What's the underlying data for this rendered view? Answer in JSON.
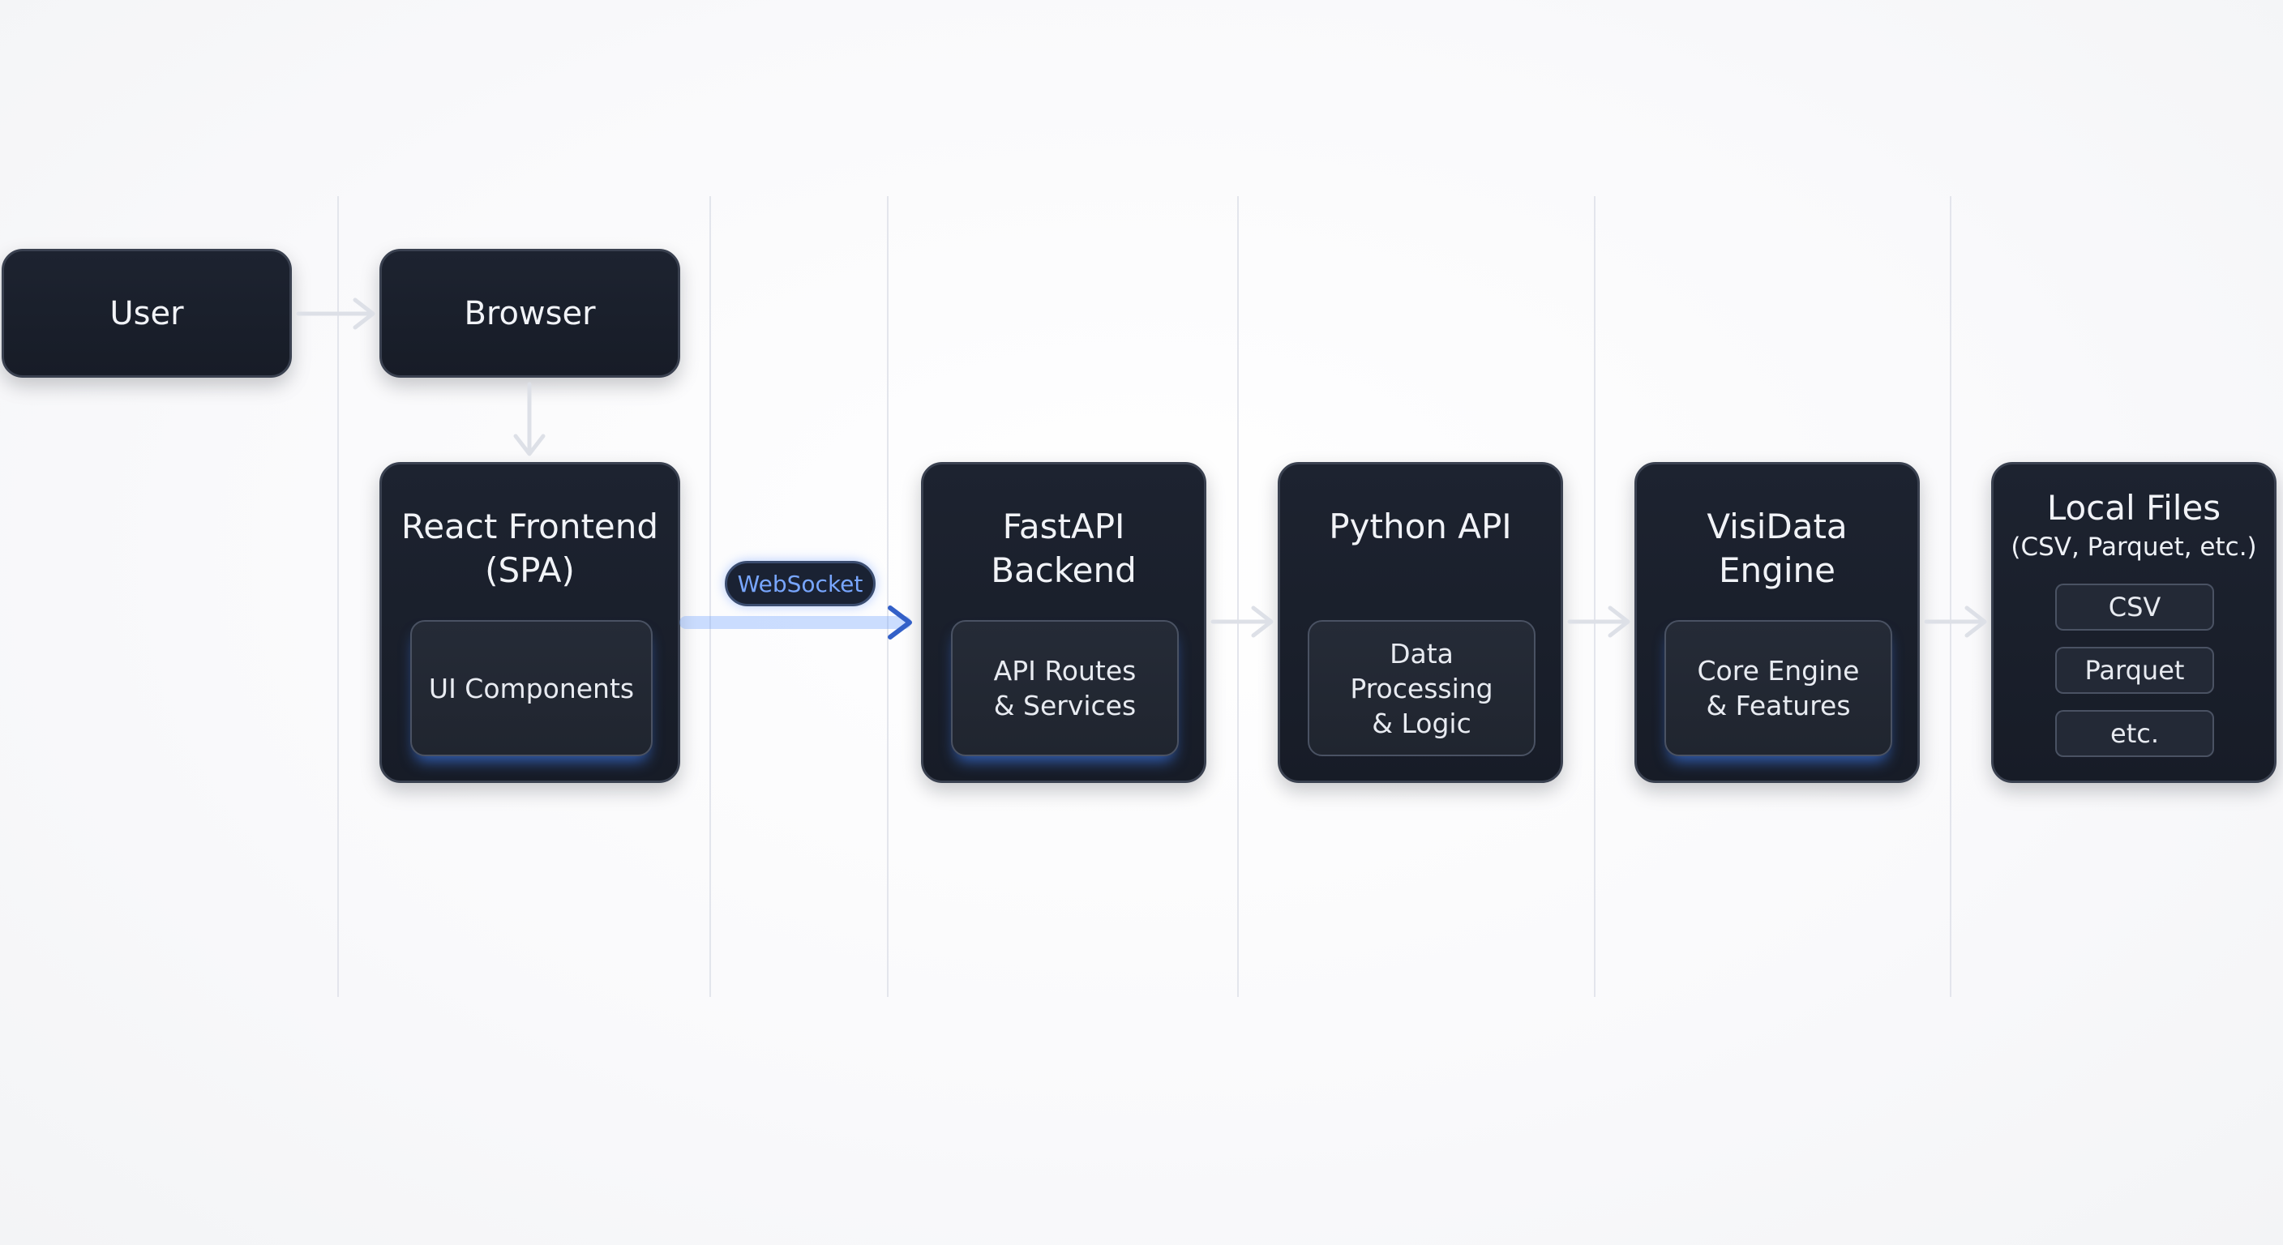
{
  "diagram": {
    "user": {
      "label": "User"
    },
    "browser": {
      "label": "Browser"
    },
    "react": {
      "title_line1": "React Frontend",
      "title_line2": "(SPA)",
      "inner": "UI Components"
    },
    "websocket": {
      "label": "WebSocket"
    },
    "fastapi": {
      "title_line1": "FastAPI",
      "title_line2": "Backend",
      "inner_line1": "API Routes",
      "inner_line2": "& Services"
    },
    "python": {
      "title": "Python API",
      "inner_line1": "Data",
      "inner_line2": "Processing",
      "inner_line3": "& Logic"
    },
    "visidata": {
      "title_line1": "VisiData",
      "title_line2": "Engine",
      "inner_line1": "Core Engine",
      "inner_line2": "& Features"
    },
    "files": {
      "title": "Local Files",
      "subtitle": "(CSV, Parquet, etc.)",
      "items": [
        "CSV",
        "Parquet",
        "etc."
      ]
    }
  },
  "colors": {
    "box_fill": "#1b202b",
    "box_border": "#3a4150",
    "accent_glow": "#4a84ff",
    "websocket_text": "#78a6ff",
    "arrow": "#dde0e7",
    "divider": "#e3e5ec"
  }
}
